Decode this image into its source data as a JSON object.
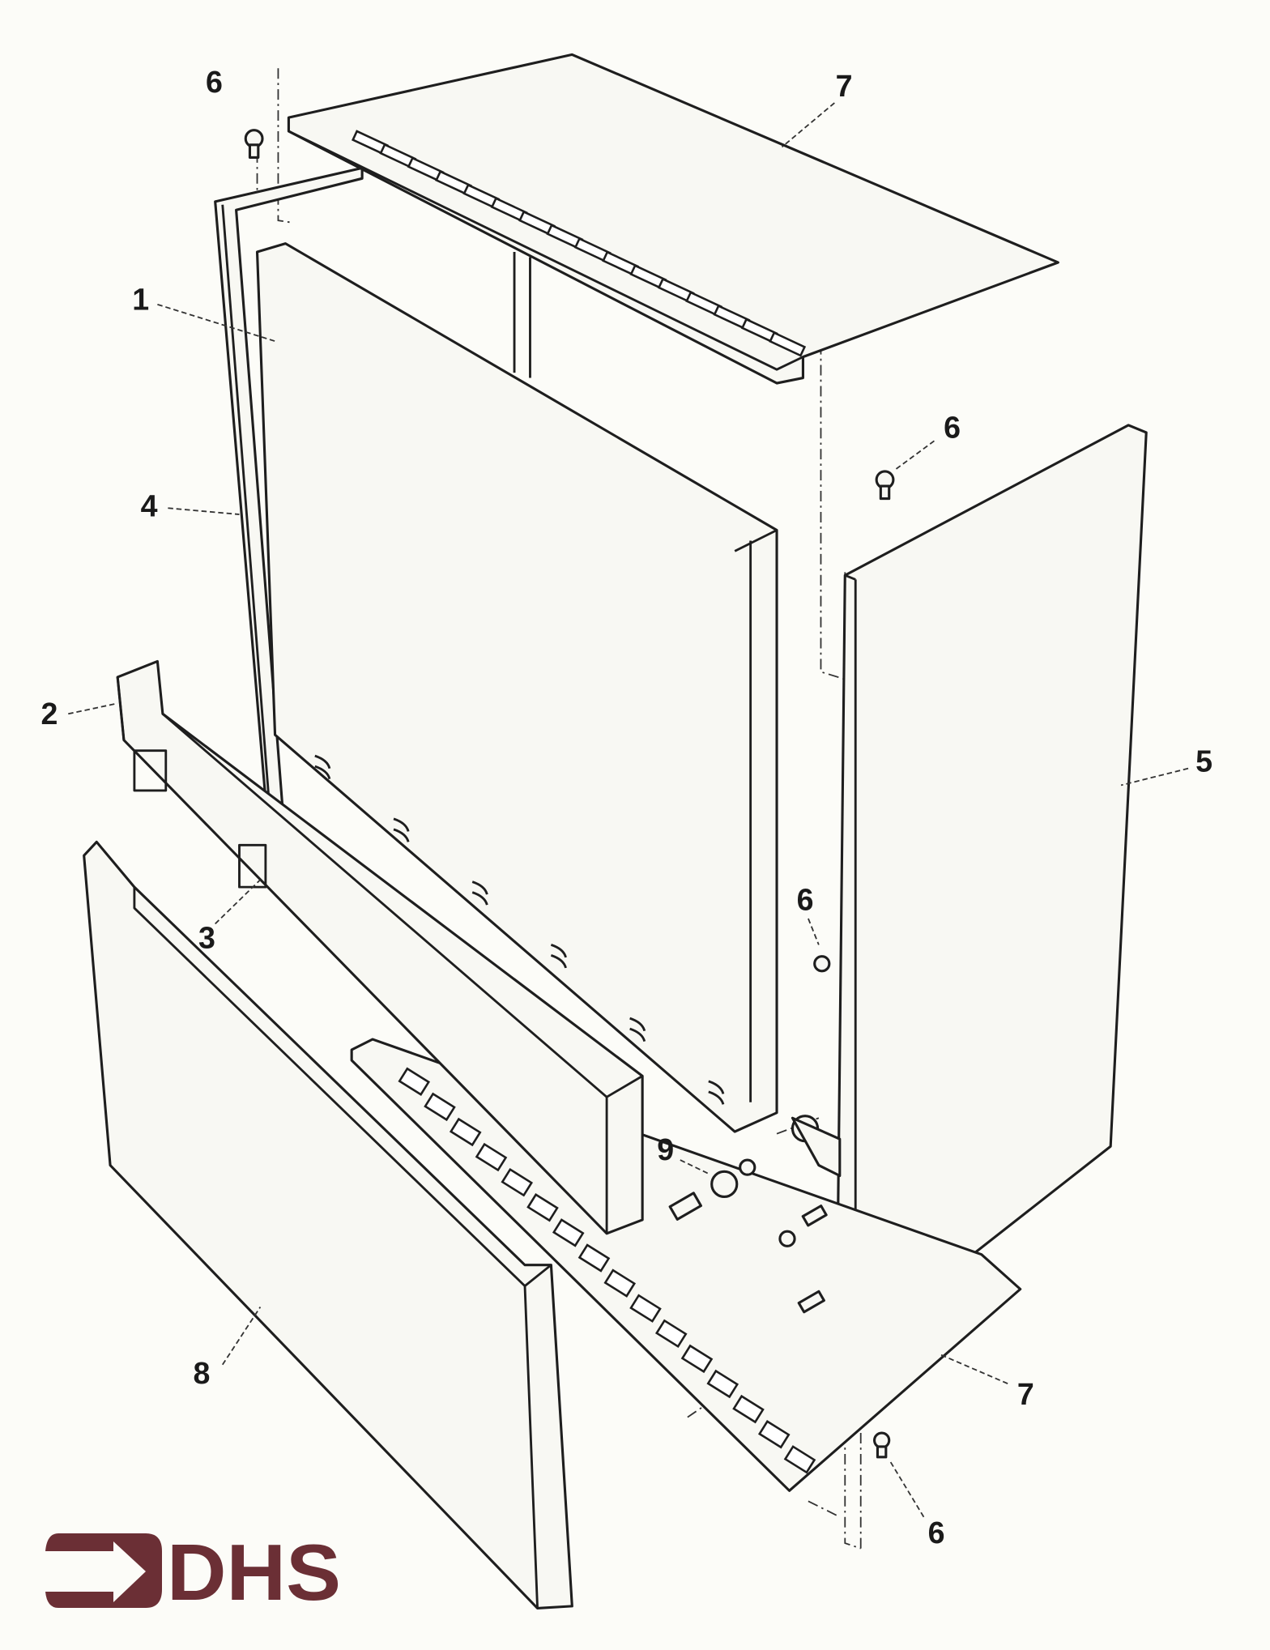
{
  "diagram": {
    "type": "exploded-parts-view",
    "callouts": [
      {
        "id": "6a",
        "label": "6"
      },
      {
        "id": "7a",
        "label": "7"
      },
      {
        "id": "1",
        "label": "1"
      },
      {
        "id": "4",
        "label": "4"
      },
      {
        "id": "6b",
        "label": "6"
      },
      {
        "id": "2",
        "label": "2"
      },
      {
        "id": "5",
        "label": "5"
      },
      {
        "id": "6c",
        "label": "6"
      },
      {
        "id": "3",
        "label": "3"
      },
      {
        "id": "9",
        "label": "9"
      },
      {
        "id": "8",
        "label": "8"
      },
      {
        "id": "7b",
        "label": "7"
      },
      {
        "id": "6d",
        "label": "6"
      }
    ]
  },
  "logo": {
    "text": "DHS",
    "color": "#6b2f35"
  }
}
